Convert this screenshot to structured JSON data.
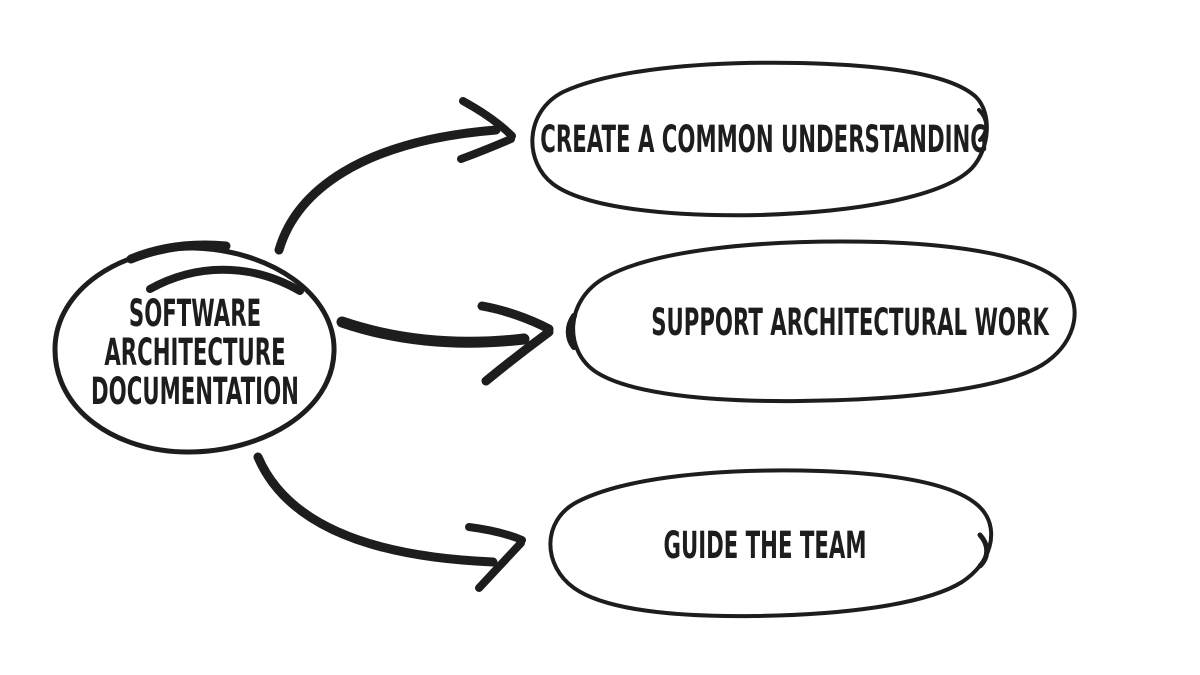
{
  "colors": {
    "background": "#ffffff",
    "ink": "#1d1d1d"
  },
  "center": {
    "name": "SOFTWARE ARCHITECTURE DOCUMENTATION",
    "lines": [
      "SOFTWARE",
      "ARCHITECTURE",
      "DOCUMENTATION"
    ]
  },
  "benefits": [
    {
      "label": "CREATE A COMMON UNDERSTANDING"
    },
    {
      "label": "SUPPORT ARCHITECTURAL WORK"
    },
    {
      "label": "GUIDE THE TEAM"
    }
  ],
  "edges": [
    {
      "from": "SOFTWARE ARCHITECTURE DOCUMENTATION",
      "to": "CREATE A COMMON UNDERSTANDING"
    },
    {
      "from": "SOFTWARE ARCHITECTURE DOCUMENTATION",
      "to": "SUPPORT ARCHITECTURAL WORK"
    },
    {
      "from": "SOFTWARE ARCHITECTURE DOCUMENTATION",
      "to": "GUIDE THE TEAM"
    }
  ]
}
